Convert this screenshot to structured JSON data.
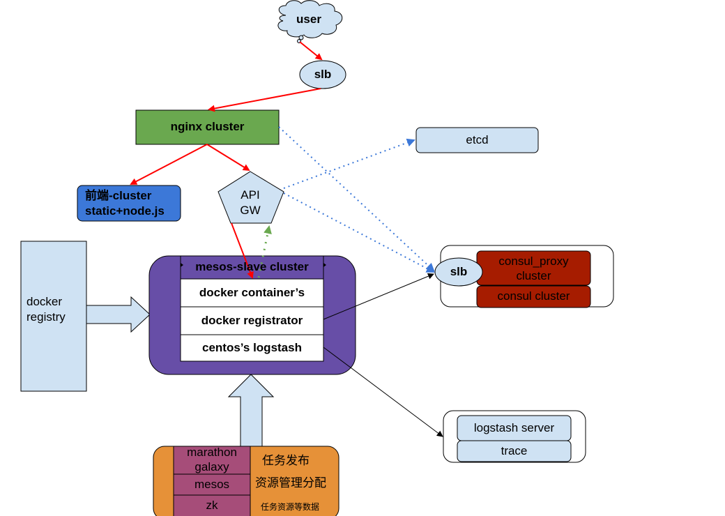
{
  "colors": {
    "light_blue": "#cfe2f3",
    "green": "#6aa84f",
    "blue": "#3c78d8",
    "purple": "#674ea7",
    "dark_red": "#a61c00",
    "orange": "#e69138",
    "magenta": "#a64d79",
    "red_arrow": "#ff0000",
    "blue_dotted": "#3c78d8",
    "green_dotted": "#6aa84f"
  },
  "nodes": {
    "user": "user",
    "slb_top": "slb",
    "nginx": "nginx cluster",
    "frontend_line1": "前端-cluster",
    "frontend_line2": "static+node.js",
    "api_gw_line1": "API",
    "api_gw_line2": "GW",
    "etcd": "etcd",
    "docker_registry_line1": "docker",
    "docker_registry_line2": "registry",
    "mesos_slave": {
      "title": "mesos-slave cluster",
      "rows": [
        "docker container’s",
        "docker registrator",
        "centos’s logstash"
      ]
    },
    "consul_group": {
      "slb": "slb",
      "proxy_line1": "consul_proxy",
      "proxy_line2": "cluster",
      "consul": "consul cluster"
    },
    "logstash_group": {
      "server": "logstash server",
      "trace": "trace"
    },
    "master": {
      "marathon_line1": "marathon",
      "marathon_line2": "galaxy",
      "mesos": "mesos",
      "zk": "zk",
      "desc1": "任务发布",
      "desc2": "资源管理分配",
      "desc3": "任务资源等数据"
    }
  }
}
